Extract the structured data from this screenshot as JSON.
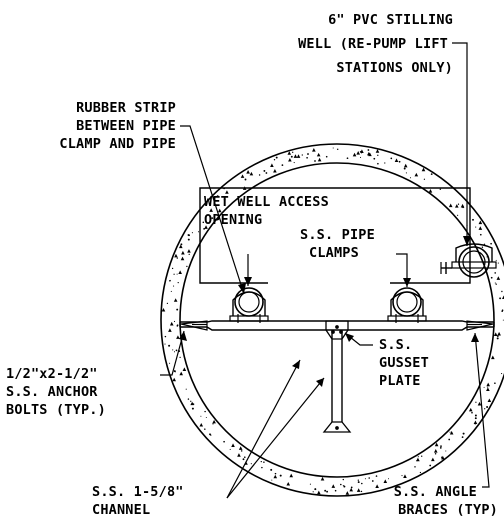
{
  "labels": {
    "stilling_well": [
      "6\" PVC STILLING",
      "WELL (RE-PUMP LIFT",
      "STATIONS ONLY)"
    ],
    "rubber_strip": [
      "RUBBER STRIP",
      "BETWEEN PIPE",
      "CLAMP AND PIPE"
    ],
    "access_opening": [
      "WET WELL ACCESS",
      "OPENING"
    ],
    "pipe_clamps": [
      "S.S. PIPE",
      "CLAMPS"
    ],
    "gusset_plate": [
      "S.S.",
      "GUSSET",
      "PLATE"
    ],
    "anchor_bolts": [
      "1/2\"x2-1/2\"",
      "S.S. ANCHOR",
      "BOLTS (TYP.)"
    ],
    "channel": [
      "S.S. 1-5/8\"",
      "CHANNEL"
    ],
    "angle_braces": [
      "S.S. ANGLE",
      "BRACES (TYP)"
    ]
  },
  "colors": {
    "line": "#000000",
    "concrete_fill": "#ffffff",
    "background": "#ffffff"
  }
}
